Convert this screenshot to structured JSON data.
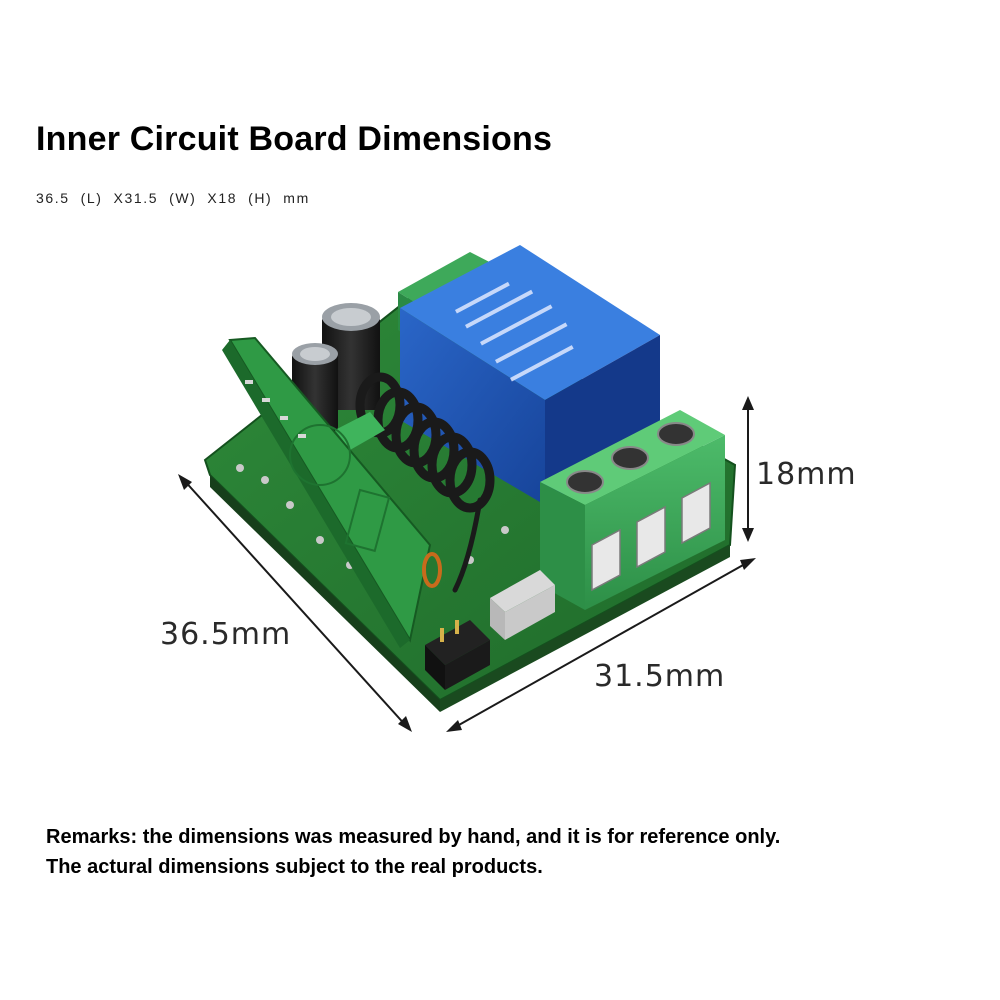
{
  "title": "Inner Circuit Board Dimensions",
  "subtitle": "36.5  (L)  X31.5  (W)  X18  (H)  mm",
  "dimensions": {
    "length": "36.5mm",
    "width": "31.5mm",
    "height": "18mm"
  },
  "remarks": {
    "line1": "Remarks: the dimensions was measured by hand, and it is for reference only.",
    "line2": "The actural dimensions subject to the real products."
  }
}
